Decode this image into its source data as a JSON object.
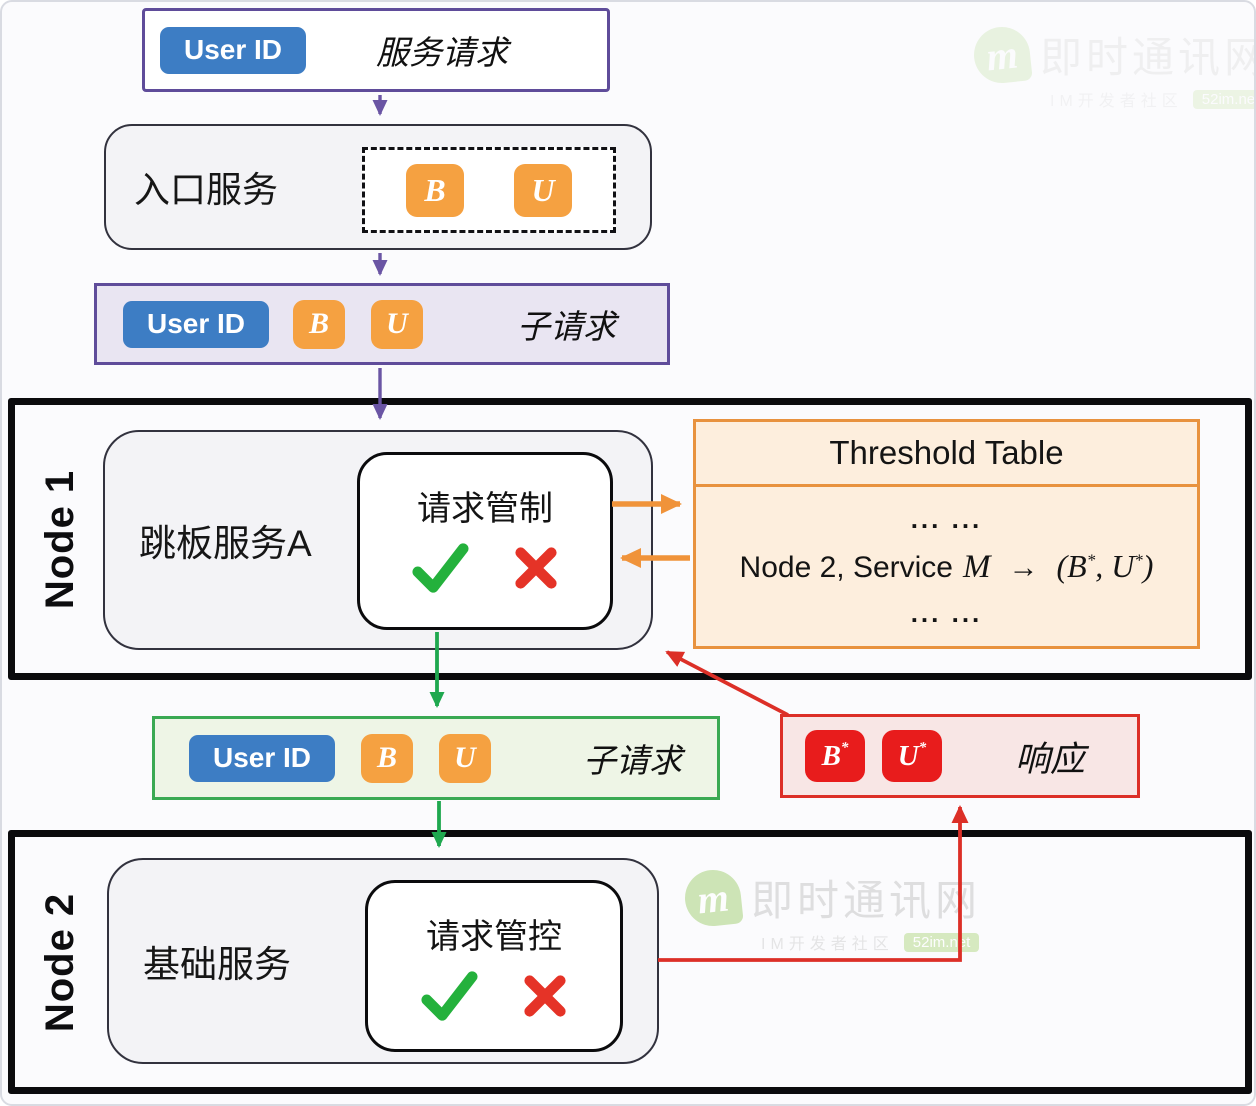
{
  "service_request": {
    "user_id": "User ID",
    "label": "服务请求"
  },
  "entry_service": {
    "label": "入口服务",
    "badge_b": "B",
    "badge_u": "U"
  },
  "sub_request_1": {
    "user_id": "User ID",
    "badge_b": "B",
    "badge_u": "U",
    "label": "子请求"
  },
  "node1": {
    "label": "Node 1",
    "service_label": "跳板服务A",
    "control": {
      "title": "请求管制",
      "check": "approve",
      "cross": "reject"
    }
  },
  "threshold_table": {
    "title": "Threshold Table",
    "row_top": "... ...",
    "row_bottom": "... ...",
    "mapping": {
      "prefix": "Node 2, Service",
      "var": "M",
      "arrow": "→",
      "open": "(",
      "b": "B",
      "b_star": "*",
      "sep": ", ",
      "u": "U",
      "u_star": "*",
      "close": ")"
    }
  },
  "sub_request_2": {
    "user_id": "User ID",
    "badge_b": "B",
    "badge_u": "U",
    "label": "子请求"
  },
  "response": {
    "badge_b": "B",
    "badge_b_sup": "*",
    "badge_u": "U",
    "badge_u_sup": "*",
    "label": "响应"
  },
  "node2": {
    "label": "Node 2",
    "service_label": "基础服务",
    "control": {
      "title": "请求管控",
      "check": "approve",
      "cross": "reject"
    }
  },
  "watermark": {
    "logo": "m",
    "title": "即时通讯网",
    "subtitle": "IM开发者社区",
    "badge": "52im.net"
  },
  "colors": {
    "purple": "#5f4c9a",
    "purple-arrow": "#6a55a4",
    "blue": "#3d7dc4",
    "orange": "#f5a141",
    "orange-border": "#e8923e",
    "orange-fill": "#fdeedd",
    "green": "#3aa953",
    "green-arrow": "#1fa84f",
    "green-fill": "#eef5e6",
    "red": "#dc2f27",
    "red-badge": "#e81c1c",
    "red-fill": "#f8e6e5",
    "ink": "#0b0b0d",
    "box-gray": "#f3f3f6",
    "box-border": "#32323e",
    "purple-fill": "#e9e5f2",
    "canvas-bg": "#fbfbfd"
  }
}
